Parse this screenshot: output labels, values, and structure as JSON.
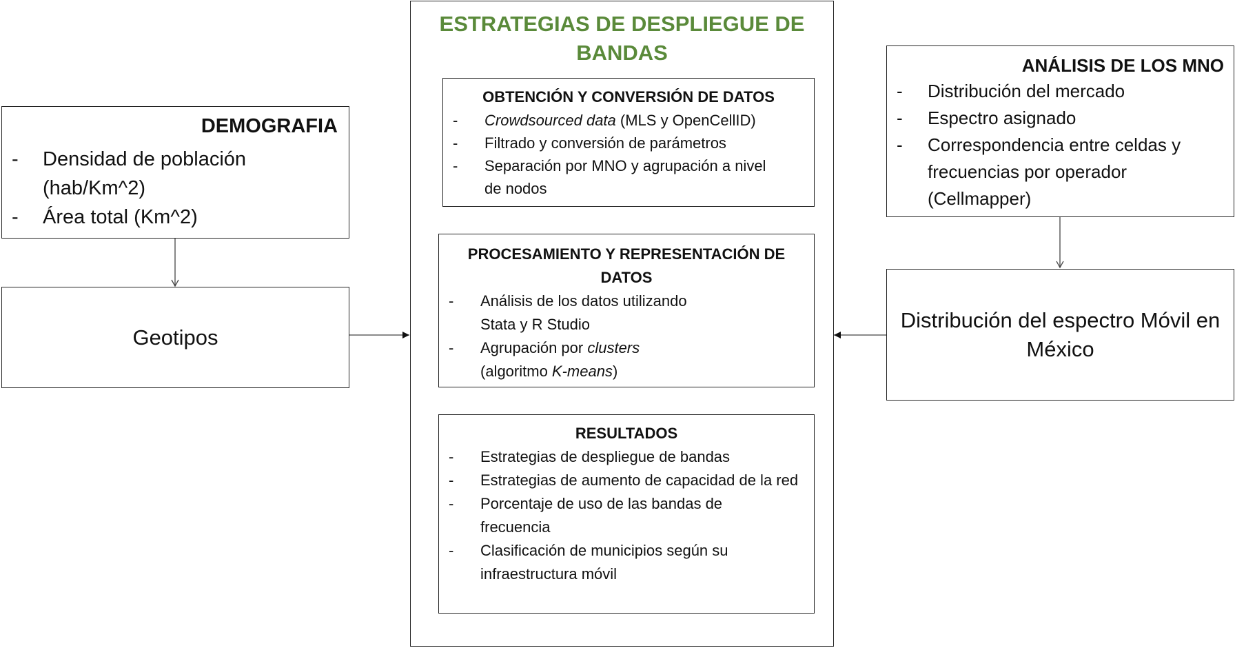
{
  "demografia": {
    "title": "DEMOGRAFIA",
    "items": [
      {
        "text": "Densidad de población (hab/Km^2)"
      },
      {
        "text": "Área total (Km^2)"
      }
    ]
  },
  "geotipos": {
    "label": "Geotipos"
  },
  "strategy": {
    "title_line1": "ESTRATEGIAS DE DESPLIEGUE DE",
    "title_line2": "BANDAS",
    "obtencion": {
      "title": "OBTENCIÓN Y CONVERSIÓN DE DATOS",
      "item1_italic": "Crowdsourced data",
      "item1_rest": " (MLS y OpenCellID)",
      "item2": "Filtrado y conversión de parámetros",
      "item3": "Separación por MNO y agrupación a nivel de nodos"
    },
    "procesamiento": {
      "title": "PROCESAMIENTO Y REPRESENTACIÓN DE DATOS",
      "item1": "Análisis de los datos utilizando Stata y R Studio",
      "item2_pre": "Agrupación por ",
      "item2_italic": "clusters",
      "item2_line2_pre": "(algoritmo ",
      "item2_line2_italic": "K-means",
      "item2_line2_post": ")"
    },
    "resultados": {
      "title": "RESULTADOS",
      "items": [
        {
          "text": "Estrategias de despliegue de bandas"
        },
        {
          "text": "Estrategias de aumento de capacidad de la red"
        },
        {
          "text": "Porcentaje de uso de las bandas de frecuencia"
        },
        {
          "text": "Clasificación de municipios según su infraestructura móvil"
        }
      ]
    }
  },
  "mno": {
    "title": "ANÁLISIS DE LOS MNO",
    "items": [
      {
        "text": "Distribución del mercado"
      },
      {
        "text": "Espectro asignado"
      },
      {
        "text": "Correspondencia entre celdas y frecuencias por operador (Cellmapper)"
      }
    ]
  },
  "espectro": {
    "label": "Distribución del espectro Móvil en México"
  },
  "bullet": "-",
  "colors": {
    "title_green": "#5a8a3a",
    "border": "#222222",
    "arrow": "#444444"
  }
}
